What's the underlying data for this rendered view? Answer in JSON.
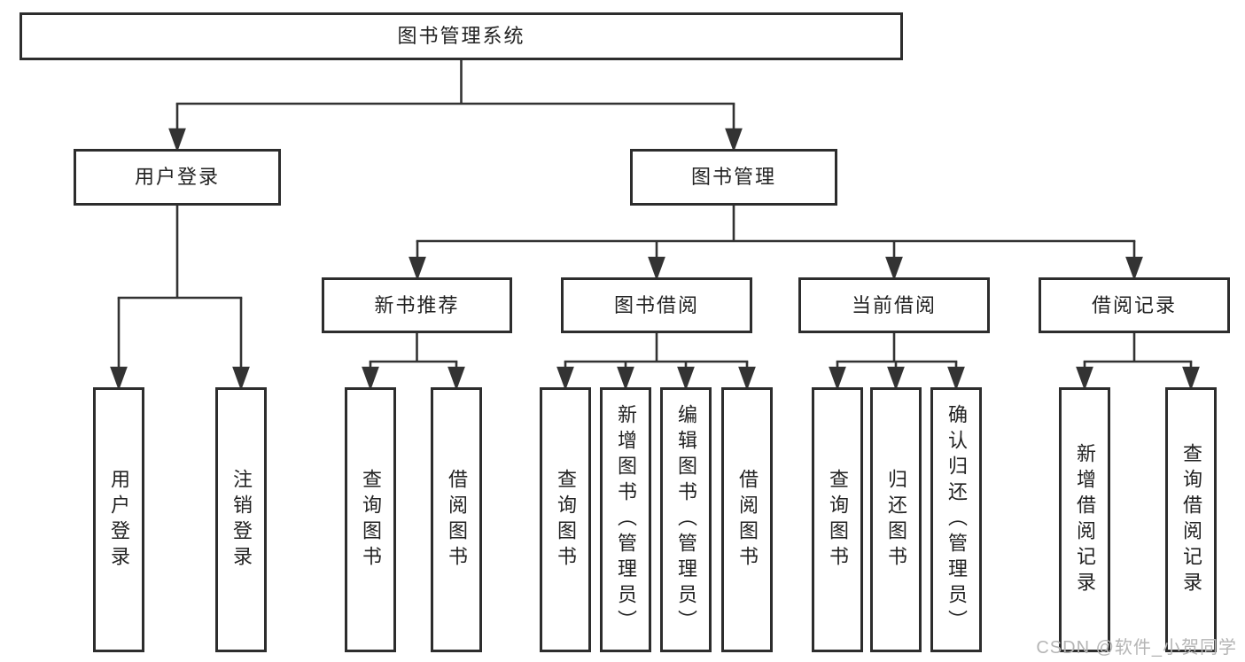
{
  "diagram": {
    "root": {
      "label": "图书管理系统"
    },
    "level2": [
      {
        "label": "用户登录"
      },
      {
        "label": "图书管理"
      }
    ],
    "level3": [
      {
        "label": "新书推荐",
        "parent": "图书管理"
      },
      {
        "label": "图书借阅",
        "parent": "图书管理"
      },
      {
        "label": "当前借阅",
        "parent": "图书管理"
      },
      {
        "label": "借阅记录",
        "parent": "图书管理"
      }
    ],
    "leaves": [
      {
        "label": "用户登录",
        "parent": "用户登录"
      },
      {
        "label": "注销登录",
        "parent": "用户登录"
      },
      {
        "label": "查询图书",
        "parent": "新书推荐"
      },
      {
        "label": "借阅图书",
        "parent": "新书推荐"
      },
      {
        "label": "查询图书",
        "parent": "图书借阅"
      },
      {
        "label": "新增图书（管理员）",
        "parent": "图书借阅"
      },
      {
        "label": "编辑图书（管理员）",
        "parent": "图书借阅"
      },
      {
        "label": "借阅图书",
        "parent": "图书借阅"
      },
      {
        "label": "查询图书",
        "parent": "当前借阅"
      },
      {
        "label": "归还图书",
        "parent": "当前借阅"
      },
      {
        "label": "确认归还（管理员）",
        "parent": "当前借阅"
      },
      {
        "label": "新增借阅记录",
        "parent": "借阅记录"
      },
      {
        "label": "查询借阅记录",
        "parent": "借阅记录"
      }
    ],
    "colors": {
      "line": "#333333",
      "border": "#2d2d2d",
      "text": "#222222",
      "background": "#ffffff"
    }
  },
  "watermark": {
    "text": "CSDN @软件_小贺同学",
    "color": "#b5b5b5"
  }
}
